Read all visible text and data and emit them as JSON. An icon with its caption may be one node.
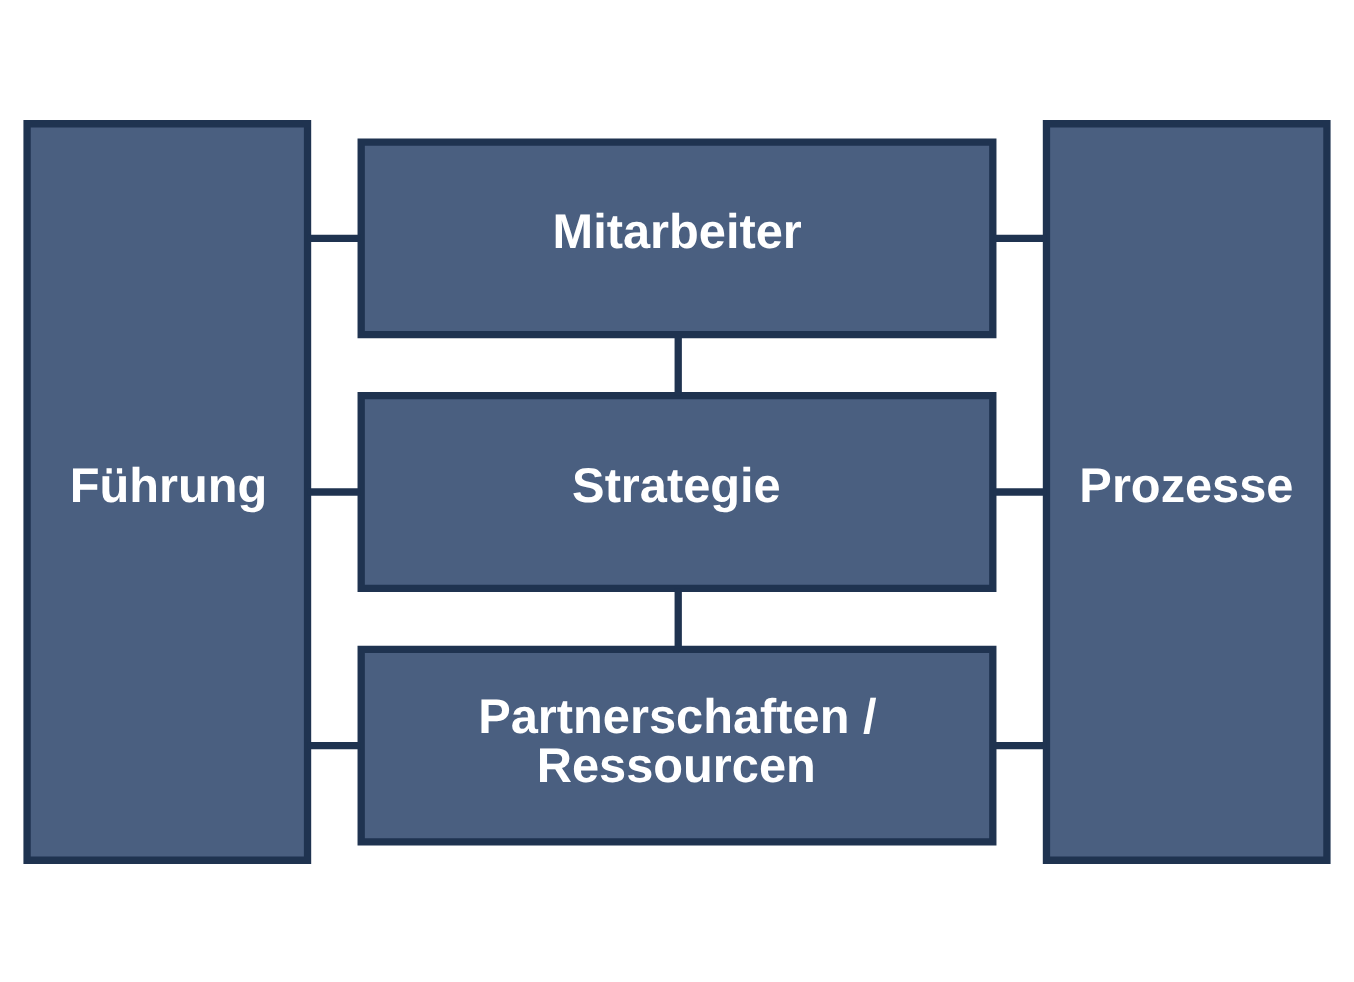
{
  "diagram": {
    "nodes": [
      {
        "text": [
          "Führung"
        ]
      },
      {
        "text": [
          "Mitarbeiter"
        ]
      },
      {
        "text": [
          "Strategie"
        ]
      },
      {
        "text": [
          "Partnerschaften / Ressourcen"
        ]
      },
      {
        "text": [
          "Prozesse"
        ]
      }
    ],
    "edges": [
      {
        "from": 0,
        "to": 1,
        "arrow": "none"
      },
      {
        "from": 1,
        "to": 4,
        "arrow": "none"
      },
      {
        "from": 1,
        "to": 2,
        "arrow": "none"
      },
      {
        "from": 0,
        "to": 2,
        "arrow": "none"
      },
      {
        "from": 2,
        "to": 4,
        "arrow": "none"
      },
      {
        "from": 2,
        "to": 3,
        "arrow": "none"
      },
      {
        "from": 0,
        "to": 3,
        "arrow": "none"
      },
      {
        "from": 3,
        "to": 4,
        "arrow": "none"
      }
    ]
  }
}
